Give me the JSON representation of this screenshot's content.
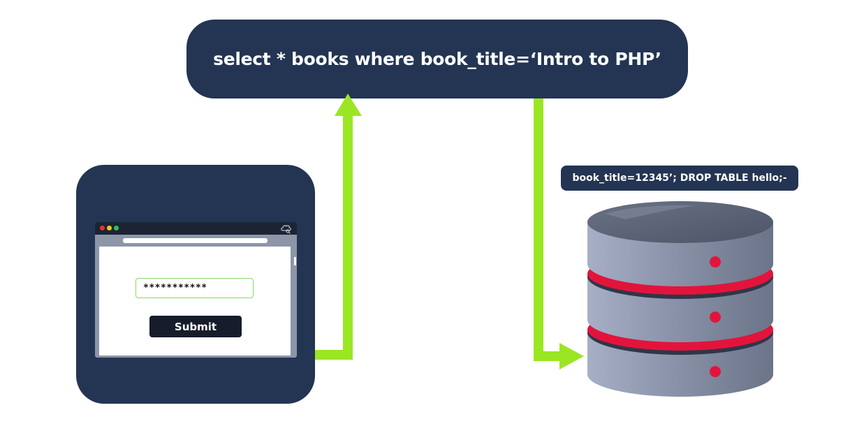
{
  "query": {
    "text": "select * books where book_title=‘Intro to PHP’"
  },
  "login_form": {
    "password_value": "***********",
    "submit_label": "Submit"
  },
  "injection": {
    "text": "book_title=12345’; DROP TABLE hello;-"
  },
  "colors": {
    "panel": "#233553",
    "arrow": "#9be623",
    "database_body": "#8b93a8",
    "database_band": "#e3143c",
    "database_light": "#e3143c"
  },
  "icons": {
    "browser_status": "cloud-search-icon"
  }
}
